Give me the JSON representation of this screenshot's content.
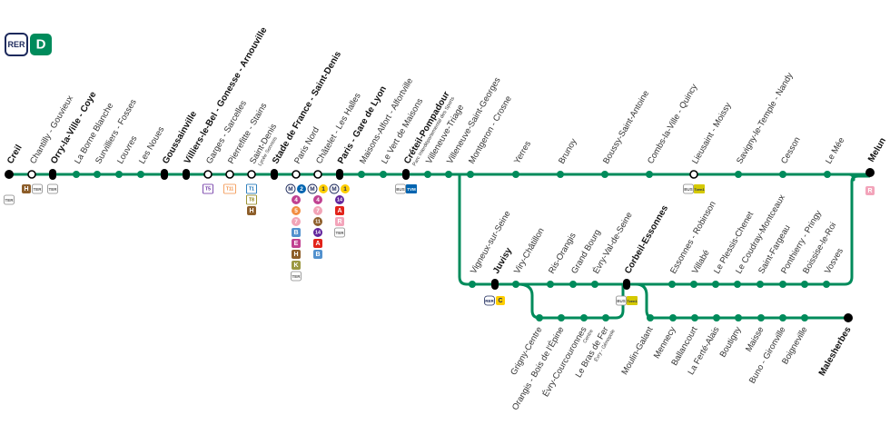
{
  "header": {
    "network": "RER",
    "line": "D"
  },
  "colors": {
    "line": "#008b5b",
    "node": "#008b5b",
    "major": "#000000",
    "text": "#333333"
  },
  "stations_top": [
    {
      "name": "Creil",
      "major": true,
      "terminus": true
    },
    {
      "name": "Chantilly - Gouvieux",
      "hollow": true
    },
    {
      "name": "Orry-la-Ville - Coye",
      "major": true
    },
    {
      "name": "La Borne Blanche"
    },
    {
      "name": "Survilliers - Fosses"
    },
    {
      "name": "Louvres"
    },
    {
      "name": "Les Noues"
    },
    {
      "name": "Goussainville",
      "major": true
    },
    {
      "name": "Villiers-le-Bel - Gonesse - Arnouville",
      "major": true
    },
    {
      "name": "Garges - Sarcelles",
      "hollow": true
    },
    {
      "name": "Pierrefitte - Stains",
      "hollow": true
    },
    {
      "name": "Saint-Denis",
      "sub": "Lycée Sonnois",
      "hollow": true
    },
    {
      "name": "Stade de France - Saint-Denis",
      "major": true
    },
    {
      "name": "Paris Nord",
      "hollow": true
    },
    {
      "name": "Châtelet - Les Halles",
      "hollow": true
    },
    {
      "name": "Paris - Gare de Lyon",
      "major": true
    },
    {
      "name": "Maisons-Alfort - Alfortville"
    },
    {
      "name": "Le Vert de Maisons"
    },
    {
      "name": "Créteil-Pompadour",
      "sub": "Parc Interdépartemental des Sports",
      "major": true
    },
    {
      "name": "Villeneuve-Triage"
    },
    {
      "name": "Villeneuve-Saint-Georges"
    },
    {
      "name": "Montgeron - Crosne"
    },
    {
      "name": "Yerres"
    },
    {
      "name": "Brunoy"
    },
    {
      "name": "Boussy-Saint-Antoine"
    },
    {
      "name": "Combs-la-Ville - Quincy"
    },
    {
      "name": "Lieusaint - Moissy",
      "hollow": true
    },
    {
      "name": "Savigny-le-Temple - Nandy"
    },
    {
      "name": "Cesson"
    },
    {
      "name": "Le Mée"
    },
    {
      "name": "Melun",
      "major": true,
      "terminus": true
    }
  ],
  "stations_valley": [
    {
      "name": "Vigneux-sur-Seine"
    },
    {
      "name": "Juvisy",
      "major": true
    },
    {
      "name": "Viry-Châtillon"
    },
    {
      "name": "Ris-Orangis"
    },
    {
      "name": "Grand Bourg"
    },
    {
      "name": "Évry-Val-de-Seine"
    },
    {
      "name": "Corbeil-Essonnes",
      "major": true
    },
    {
      "name": "Essonnes - Robinson"
    },
    {
      "name": "Villabé"
    },
    {
      "name": "Le Plessis-Chenet"
    },
    {
      "name": "Le Coudray-Montceaux"
    },
    {
      "name": "Saint-Fargeau"
    },
    {
      "name": "Ponthierry - Pringy"
    },
    {
      "name": "Boissise-le-Roi"
    },
    {
      "name": "Vosves"
    }
  ],
  "stations_evry": [
    {
      "name": "Grigny-Centre"
    },
    {
      "name": "Orangis - Bois de l'Épine"
    },
    {
      "name": "Évry-Courcouronnes",
      "sub": "Centre"
    },
    {
      "name": "Le Bras de Fer",
      "sub": "Évry - Génopole"
    }
  ],
  "stations_malesherbes": [
    {
      "name": "Moulin-Galant"
    },
    {
      "name": "Mennecy"
    },
    {
      "name": "Ballancourt"
    },
    {
      "name": "La Ferté-Alais"
    },
    {
      "name": "Boutigny"
    },
    {
      "name": "Maisse"
    },
    {
      "name": "Buno - Gironville"
    },
    {
      "name": "Boigneville"
    },
    {
      "name": "Malesherbes",
      "major": true,
      "terminus": true
    }
  ],
  "connections": {
    "creil": [
      "TER"
    ],
    "chantilly": [
      "H",
      "TER"
    ],
    "orry": [
      "TER"
    ],
    "garges": [
      "T5"
    ],
    "pierrefitte": [
      "T11"
    ],
    "saint_denis": [
      "T1",
      "T8",
      "H"
    ],
    "paris_nord": [
      "M",
      "2",
      "4",
      "5",
      "7",
      "B",
      "E",
      "H",
      "K",
      "TER"
    ],
    "chatelet": [
      "M",
      "1",
      "4",
      "7",
      "11",
      "14",
      "A",
      "B"
    ],
    "gare_de_lyon": [
      "M",
      "1",
      "14",
      "A",
      "R",
      "TER"
    ],
    "creteil": [
      "BUS",
      "TVM"
    ],
    "lieusaint": [
      "BUS",
      "Tzen1"
    ],
    "juvisy": [
      "RER",
      "C"
    ],
    "corbeil": [
      "BUS",
      "Tzen1"
    ],
    "melun": [
      "R"
    ]
  }
}
